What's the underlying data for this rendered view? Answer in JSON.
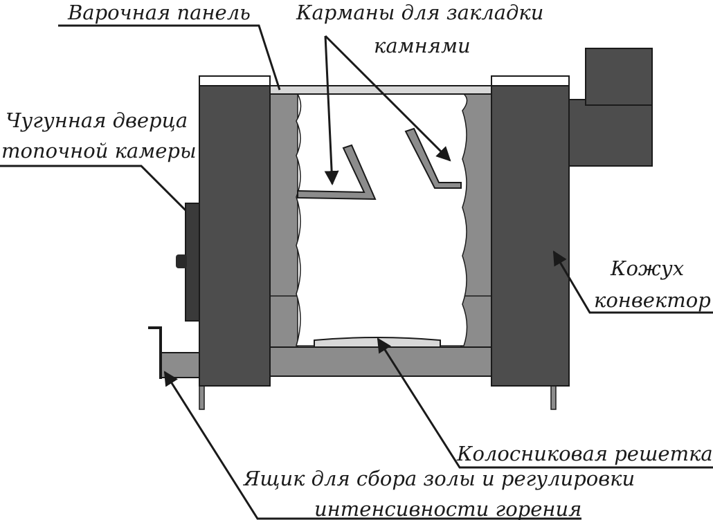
{
  "labels": {
    "cooking_panel": "Варочная панель",
    "stone_pockets_line1": "Карманы для закладки",
    "stone_pockets_line2": "камнями",
    "door_line1": "Чугунная дверца",
    "door_line2": "топочной камеры",
    "casing_line1": "Кожух",
    "casing_line2": "конвектор",
    "grate": "Колосниковая решетка",
    "ash_box_line1": "Ящик для сбора золы и регулировки",
    "ash_box_line2": "интенсивности горения"
  },
  "colors": {
    "casing": "#4d4d4d",
    "wall": "#8c8c8c",
    "chimney": "#4d4d4d",
    "door": "#3a3a3a",
    "outline": "#1a1a1a",
    "top_panel": "#d8d8d8"
  }
}
